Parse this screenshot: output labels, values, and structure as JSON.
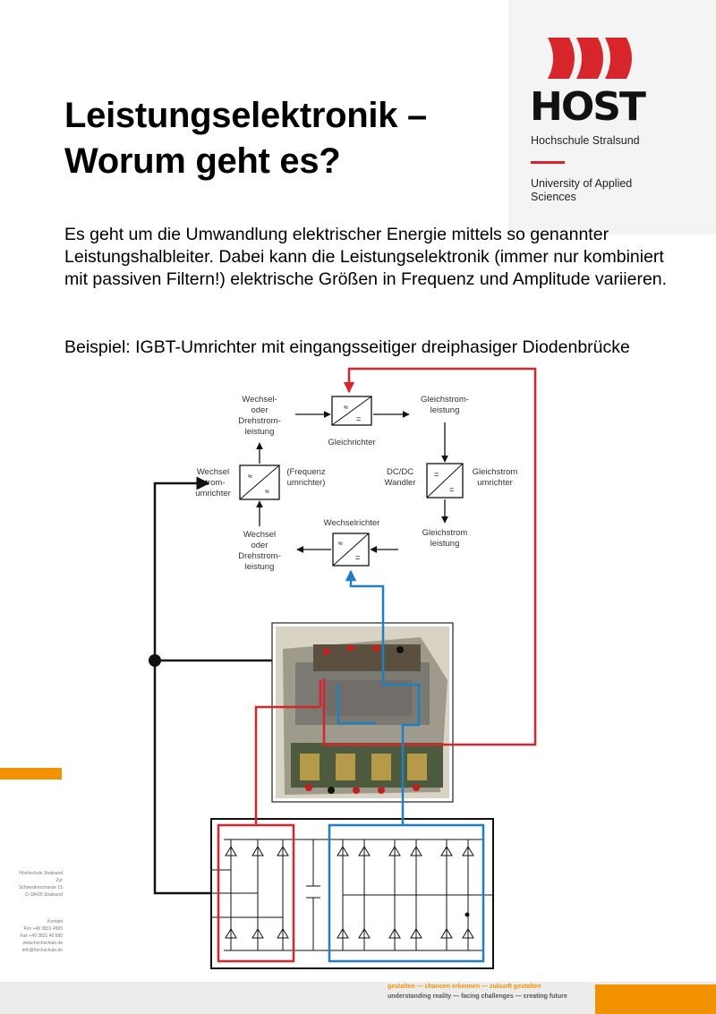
{
  "logo": {
    "wordmark": "HOST",
    "subtitle": "Hochschule Stralsund",
    "tagline": "University of Applied Sciences",
    "colors": {
      "accent_red": "#d6262b",
      "dark": "#111111",
      "panel": "#f4f4f4"
    }
  },
  "title": "Leistungselektronik – Worum geht es?",
  "intro_text": "Es geht um die Umwandlung elektrischer Energie mittels so genannter Leistungshalbleiter. Dabei kann die Leistungselektronik (immer nur kombiniert mit passiven Filtern!) elektrische Größen in Frequenz und Amplitude variieren.",
  "example_text": "Beispiel: IGBT-Umrichter mit eingangsseitiger dreiphasiger Diodenbrücke",
  "diagram": {
    "nodes": {
      "input": [
        "Wechsel-",
        "oder",
        "Drehstrom-",
        "leistung"
      ],
      "rectifier": "Gleichrichter",
      "dc_power_top": [
        "Gleichstrom-",
        "leistung"
      ],
      "ac_converter_left": [
        "Wechsel",
        "strom-",
        "umrichter"
      ],
      "freq_converter": [
        "(Frequenz",
        "umrichter)"
      ],
      "dcdc": [
        "DC/DC",
        "Wandler"
      ],
      "dc_converter_right": [
        "Gleichstrom",
        "umrichter"
      ],
      "dc_power_bottom": [
        "Gleichstrom",
        "leistung"
      ],
      "inverter": "Wechselrichter",
      "output": [
        "Wechsel",
        "oder",
        "Drehstrom-",
        "leistung"
      ]
    },
    "colors": {
      "red": "#d6262b",
      "blue": "#1f7fc2",
      "black": "#111111"
    }
  },
  "sidebar": {
    "sender": [
      "Hochschule Stralsund",
      "Zur Schwedenschanze 15",
      "D-18435 Stralsund"
    ],
    "contact": [
      "Kontakt",
      "Fon +49 3831 4565",
      "Fax +49 3831 45 680",
      "www.hochschule.de",
      "info@hochschule.de"
    ]
  },
  "footer": {
    "slogan_de": "gestalten — chancen erkennen — zukunft gestalten",
    "slogan_en": "understanding reality — facing challenges — creating future",
    "colors": {
      "orange": "#f39200",
      "band": "#ececec"
    }
  }
}
